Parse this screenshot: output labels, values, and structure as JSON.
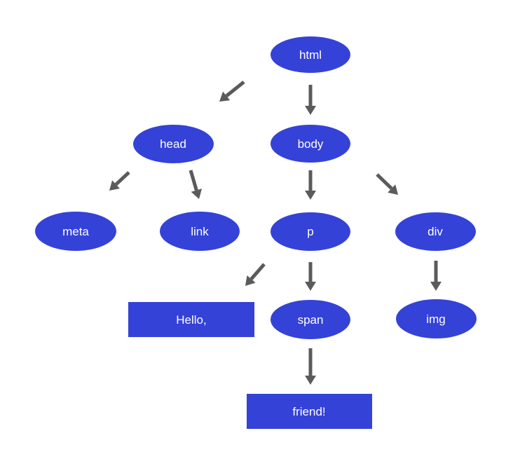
{
  "diagram": {
    "type": "tree",
    "colors": {
      "node_fill": "#3442d8",
      "node_text": "#ffffff",
      "arrow": "#5b5b5b",
      "background": "#ffffff"
    },
    "nodes": [
      {
        "id": "html",
        "label": "html",
        "shape": "ellipse"
      },
      {
        "id": "head",
        "label": "head",
        "shape": "ellipse"
      },
      {
        "id": "body",
        "label": "body",
        "shape": "ellipse"
      },
      {
        "id": "meta",
        "label": "meta",
        "shape": "ellipse"
      },
      {
        "id": "link",
        "label": "link",
        "shape": "ellipse"
      },
      {
        "id": "p",
        "label": "p",
        "shape": "ellipse"
      },
      {
        "id": "div",
        "label": "div",
        "shape": "ellipse"
      },
      {
        "id": "hello",
        "label": "Hello,",
        "shape": "rectangle"
      },
      {
        "id": "span",
        "label": "span",
        "shape": "ellipse"
      },
      {
        "id": "img",
        "label": "img",
        "shape": "ellipse"
      },
      {
        "id": "friend",
        "label": "friend!",
        "shape": "rectangle"
      }
    ],
    "edges": [
      {
        "from": "html",
        "to": "head"
      },
      {
        "from": "html",
        "to": "body"
      },
      {
        "from": "head",
        "to": "meta"
      },
      {
        "from": "head",
        "to": "link"
      },
      {
        "from": "body",
        "to": "p"
      },
      {
        "from": "body",
        "to": "div"
      },
      {
        "from": "p",
        "to": "hello"
      },
      {
        "from": "p",
        "to": "span"
      },
      {
        "from": "div",
        "to": "img"
      },
      {
        "from": "span",
        "to": "friend"
      }
    ]
  }
}
